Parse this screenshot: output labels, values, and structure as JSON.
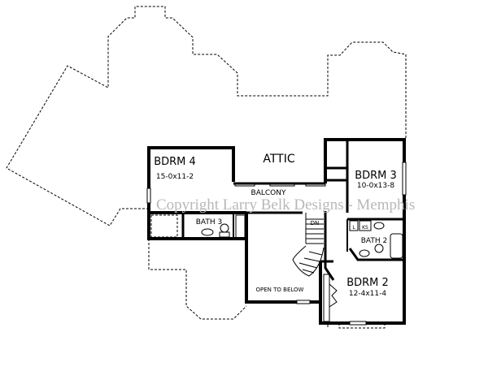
{
  "plan": {
    "labels": {
      "attic": "ATTIC",
      "bdrm4": "BDRM  4",
      "bdrm4_size": "15-0x11-2",
      "balcony": "BALCONY",
      "dn": "DN",
      "bath3": "BATH  3",
      "bdrm3": "BDRM  3",
      "bdrm3_size": "10-0x13-8",
      "laundry": "L",
      "ks": "KS",
      "bath2": "BATH  2",
      "bdrm2": "BDRM  2",
      "bdrm2_size": "12-4x11-4",
      "open_to_below": "OPEN TO BELOW"
    },
    "watermark": "Copyright Larry Belk Designs - Memphis",
    "colors": {
      "walls": "#000000",
      "watermark": "#b8b8b8"
    }
  }
}
